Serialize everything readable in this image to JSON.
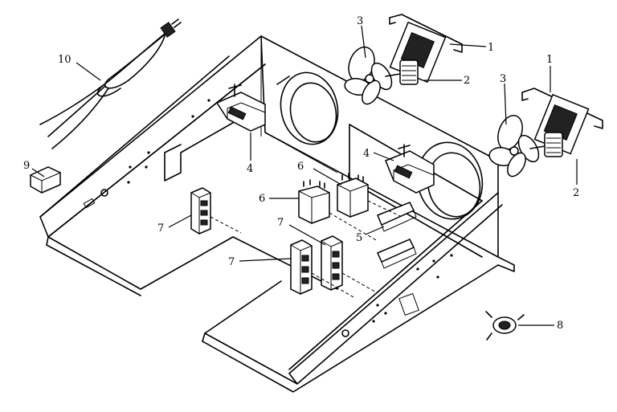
{
  "callouts": [
    {
      "id": "c1a",
      "text": "1"
    },
    {
      "id": "c1b",
      "text": "1"
    },
    {
      "id": "c2a",
      "text": "2"
    },
    {
      "id": "c2b",
      "text": "2"
    },
    {
      "id": "c3a",
      "text": "3"
    },
    {
      "id": "c3b",
      "text": "3"
    },
    {
      "id": "c4a",
      "text": "4"
    },
    {
      "id": "c4b",
      "text": "4"
    },
    {
      "id": "c5",
      "text": "5"
    },
    {
      "id": "c6a",
      "text": "6"
    },
    {
      "id": "c6b",
      "text": "6"
    },
    {
      "id": "c7a",
      "text": "7"
    },
    {
      "id": "c7b",
      "text": "7"
    },
    {
      "id": "c7c",
      "text": "7"
    },
    {
      "id": "c8",
      "text": "8"
    },
    {
      "id": "c9",
      "text": "9"
    },
    {
      "id": "c10",
      "text": "10"
    }
  ]
}
